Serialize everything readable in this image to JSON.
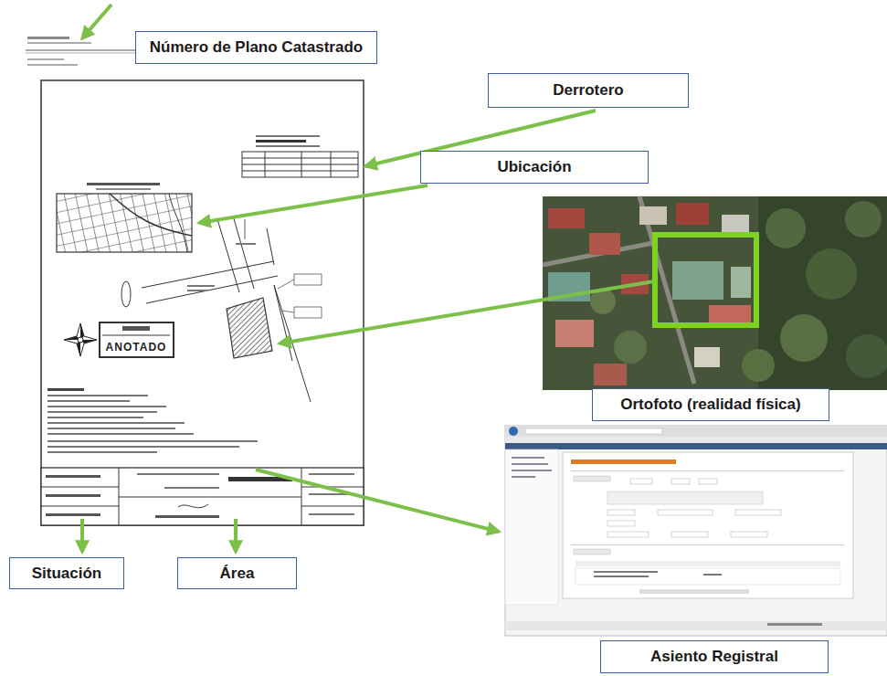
{
  "diagram": {
    "nodes": [
      {
        "text": [
          "Número de Plano Catastrado"
        ]
      },
      {
        "text": [
          "Derrotero"
        ]
      },
      {
        "text": [
          "Ubicación"
        ]
      },
      {
        "text": [
          "ANOTADO"
        ]
      },
      {
        "text": [
          "Ortofoto (realidad física)"
        ]
      },
      {
        "text": [
          "Situación"
        ]
      },
      {
        "text": [
          "Área"
        ]
      },
      {
        "text": [
          "Asiento Registral"
        ]
      }
    ]
  }
}
